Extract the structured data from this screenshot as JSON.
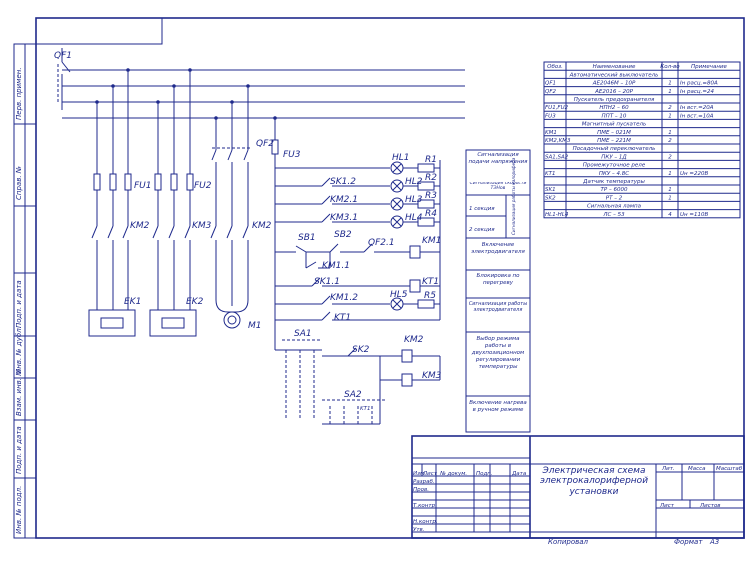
{
  "colors": {
    "ink": "#1f2a8c",
    "paper": "#ffffff"
  },
  "side_stamp": {
    "perv_primen": "Перв. примен.",
    "sprav_n": "Справ. №",
    "podp_data_1": "Подп. и дата",
    "inv_n_dubl": "Инв. № дубл.",
    "vzam_inv_n": "Взам. инв. №",
    "podp_data_2": "Подп. и дата",
    "inv_n_podl": "Инв. № подл."
  },
  "circuit": {
    "qf1": "QF1",
    "fu1": "FU1",
    "fu2": "FU2",
    "fu3": "FU3",
    "km2_a": "KM2",
    "km3_a": "KM3",
    "km2_b": "KM2",
    "ek1": "EK1",
    "ek2": "EK2",
    "m1": "M1",
    "qf2": "QF2",
    "hl1": "HL1",
    "hl2": "HL2",
    "hl3": "HL3",
    "hl4": "HL4",
    "hl5": "HL5",
    "r1": "R1",
    "r2": "R2",
    "r3": "R3",
    "r4": "R4",
    "r5": "R5",
    "sk12": "SK1.2",
    "km21": "KM2.1",
    "km31": "KM3.1",
    "sb1": "SB1",
    "sb2": "SB2",
    "qf21": "QF2.1",
    "km1": "KM1",
    "km11": "KM1.1",
    "sk11": "SK1.1",
    "kt1_a": "KT1",
    "km12": "KM1.2",
    "kt1_b": "KT1",
    "kt1_c": "KT1",
    "sa1": "SA1",
    "sk2": "SK2",
    "km2_c": "KM2",
    "km3_c": "KM3",
    "sa2": "SA2"
  },
  "annotations": [
    "Сигнализация подачи напряжения",
    "Сигнализация скорости ТЭНов",
    "1 секция",
    "2 секция",
    "Включение электродвигателя",
    "Блокировка по перегреву",
    "Сигнализация работы электродвигателя",
    "Выбор режима работы в двухпозиционном регулировании температуры",
    "Включение нагрева в ручном режиме"
  ],
  "annotation_side": "Сигнализация работы калорифера",
  "spec": {
    "headers": [
      "Обоз.",
      "Наименование",
      "Кол-во",
      "Примечание"
    ],
    "rows": [
      [
        "",
        "Автоматический выключатель",
        "",
        ""
      ],
      [
        "QF1",
        "АЕ2046М – 10Р",
        "1",
        "Iн расц.=80А"
      ],
      [
        "QF2",
        "АЕ2016 – 20Р",
        "1",
        "Iн расц.=24"
      ],
      [
        "",
        "Пускатель предохранителя",
        "",
        ""
      ],
      [
        "FU1,FU2",
        "НПН2 – 60",
        "2",
        "Iн вст.=20А"
      ],
      [
        "FU3",
        "ППТ – 10",
        "1",
        "Iн вст.=10А"
      ],
      [
        "",
        "Магнитный пускатель",
        "",
        ""
      ],
      [
        "KM1",
        "ПМЕ – 021М",
        "1",
        ""
      ],
      [
        "KM2,KM3",
        "ПМЕ – 221М",
        "2",
        ""
      ],
      [
        "",
        "Посадочный переключатель",
        "",
        ""
      ],
      [
        "SA1,SA2",
        "ПКУ – 1Д",
        "2",
        ""
      ],
      [
        "",
        "Промежуточное реле",
        "",
        ""
      ],
      [
        "KT1",
        "ПКУ – 4.8С",
        "1",
        "Uн =220В"
      ],
      [
        "",
        "Датчик температуры",
        "",
        ""
      ],
      [
        "SK1",
        "ТР – 6000",
        "1",
        ""
      ],
      [
        "SK2",
        "РТ – 2",
        "1",
        ""
      ],
      [
        "",
        "Сигнальная лампа",
        "",
        ""
      ],
      [
        "HL1-HL4",
        "ЛС – 53",
        "4",
        "Uн =110В"
      ]
    ]
  },
  "title_block": {
    "title": "Электрическая схема электрокалориферной установки",
    "headers": [
      "Изм.",
      "Лист",
      "№ докум.",
      "Подп.",
      "Дата"
    ],
    "roles": [
      "Разраб.",
      "Пров.",
      "Т.контр.",
      "",
      "Н.контр.",
      "Утв."
    ],
    "lit": "Лит.",
    "massa": "Масса",
    "masshtab": "Масштаб",
    "list": "Лист",
    "listov": "Листов",
    "kopiroval": "Копировал",
    "format": "Формат",
    "format_value": "А3"
  }
}
